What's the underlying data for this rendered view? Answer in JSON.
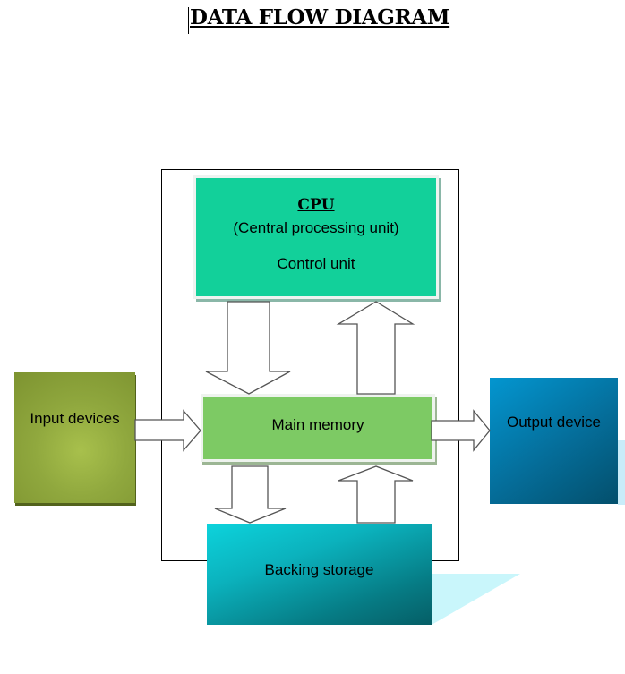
{
  "title": "DATA FLOW DIAGRAM",
  "nodes": {
    "cpu": {
      "heading": "CPU",
      "subtitle": "(Central processing unit)",
      "detail": "Control unit",
      "color": "#12d09a"
    },
    "main_memory": {
      "label": "Main memory",
      "color": "#7dca64"
    },
    "input_devices": {
      "label": "Input devices",
      "color": "#8ea63c"
    },
    "output_device": {
      "label": "Output device",
      "color": "#0384b8"
    },
    "backing_storage": {
      "label": "Backing storage",
      "color": "#0bb2bd"
    }
  },
  "edges": [
    {
      "from": "cpu",
      "to": "main_memory"
    },
    {
      "from": "main_memory",
      "to": "cpu"
    },
    {
      "from": "input_devices",
      "to": "main_memory"
    },
    {
      "from": "main_memory",
      "to": "output_device"
    },
    {
      "from": "main_memory",
      "to": "backing_storage"
    },
    {
      "from": "backing_storage",
      "to": "main_memory"
    }
  ]
}
